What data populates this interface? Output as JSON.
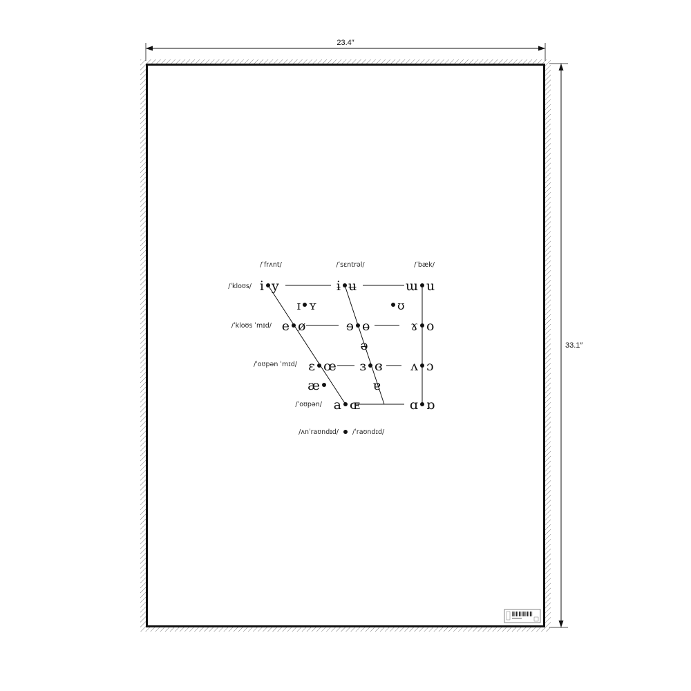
{
  "dimensions": {
    "width_label": "23.4″",
    "height_label": "33.1″"
  },
  "columns": {
    "front": "/ˈfrʌnt/",
    "central": "/ˈsɛntrəl/",
    "back": "/ˈbæk/"
  },
  "rows": {
    "close": "/ˈkloʊs/",
    "close_mid": "/ˈkloʊs ˈmɪd/",
    "open_mid": "/ˈoʊpən ˈmɪd/",
    "open": "/ˈoʊpən/"
  },
  "vowels": {
    "i": "i",
    "y": "y",
    "barred_i": "ɨ",
    "barred_u": "ʉ",
    "unrounded_u": "ɯ",
    "u": "u",
    "small_cap_i": "ɪ",
    "small_cap_y": "ʏ",
    "upsilon": "ʊ",
    "e": "e",
    "o_slash": "ø",
    "rev_e": "ɘ",
    "barred_o": "ɵ",
    "ram_horns": "ɤ",
    "o": "o",
    "schwa": "ə",
    "epsilon": "ɛ",
    "oe": "œ",
    "rev_epsilon": "ɜ",
    "closed_rev_epsilon": "ɞ",
    "turned_v": "ʌ",
    "open_o": "ɔ",
    "ash": "æ",
    "turned_a": "ɐ",
    "a": "a",
    "oe_cap": "ɶ",
    "script_a": "ɑ",
    "turned_script_a": "ɒ"
  },
  "legend": {
    "unrounded": "/ʌnˈraʊndɪd/",
    "rounded": "/ˈraʊndɪd/"
  }
}
